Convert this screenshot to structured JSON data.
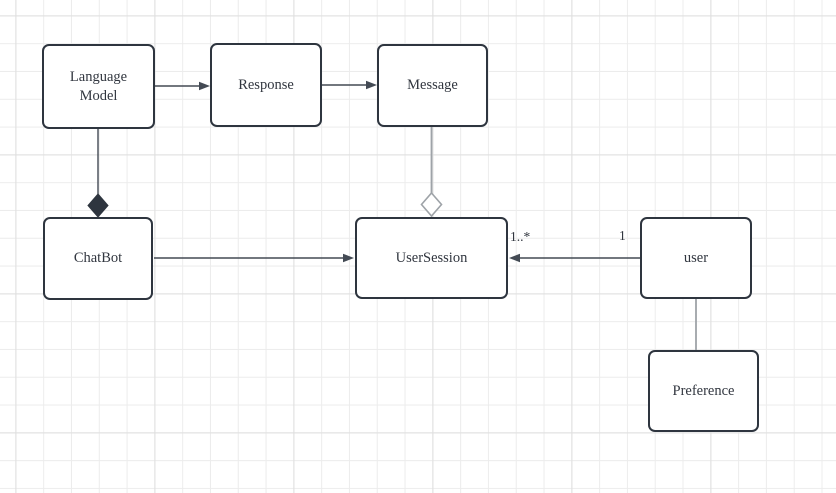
{
  "colors": {
    "canvas_background": "#ffffff",
    "grid_minor": "#ececec",
    "grid_major": "#dfdfdf",
    "node_fill": "#ffffff",
    "node_stroke": "#2e353f",
    "edge_dark": "#434a54",
    "edge_gray": "#9ea3a8",
    "text": "#31363f"
  },
  "diagram": {
    "nodes": [
      {
        "label": "Language Model"
      },
      {
        "label": "Response"
      },
      {
        "label": "Message"
      },
      {
        "label": "ChatBot"
      },
      {
        "label": "UserSession"
      },
      {
        "label": "user"
      },
      {
        "label": "Preference"
      }
    ],
    "edges": [
      {
        "from": "Language Model",
        "to": "Response",
        "type": "arrow"
      },
      {
        "from": "Response",
        "to": "Message",
        "type": "arrow"
      },
      {
        "from": "Language Model",
        "to": "ChatBot",
        "type": "composition"
      },
      {
        "from": "Message",
        "to": "UserSession",
        "type": "aggregation"
      },
      {
        "from": "ChatBot",
        "to": "UserSession",
        "type": "arrow"
      },
      {
        "from": "user",
        "to": "UserSession",
        "type": "arrow",
        "source_multiplicity": "1",
        "target_multiplicity": "1..*"
      },
      {
        "from": "user",
        "to": "Preference",
        "type": "line"
      }
    ]
  }
}
